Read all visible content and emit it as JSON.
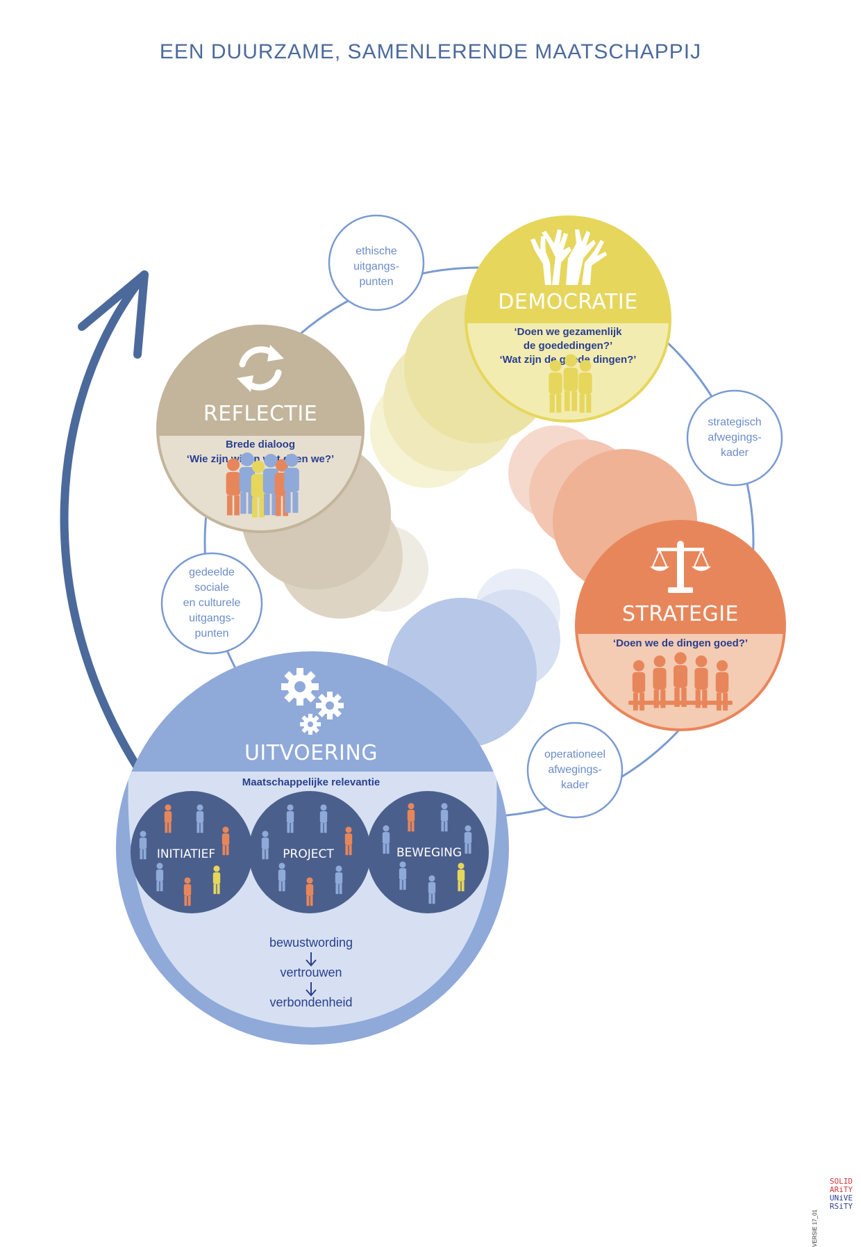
{
  "title": "EEN DUURZAME, SAMENLERENDE MAATSCHAPPIJ",
  "colors": {
    "reflectie": "#c2b59b",
    "democratie": "#e6d65c",
    "strategie": "#e8865b",
    "uitvoering": "#8fa9d9",
    "ring": "#7a9ad1",
    "arrow": "#4b6a9b"
  },
  "reflectie": {
    "heading": "REFLECTIE",
    "line1": "Brede dialoog",
    "line2": "‘Wie zijn wij en wat doen we?’",
    "icon": "refresh-icon"
  },
  "democratie": {
    "heading": "DEMOCRATIE",
    "line1": "‘Doen we gezamenlijk",
    "line2": "de goededingen?’",
    "line3": "‘Wat zijn de goede dingen?’",
    "icon": "raised-hands-icon"
  },
  "strategie": {
    "heading": "STRATEGIE",
    "line1": "‘Doen we de dingen goed?’",
    "icon": "scales-icon"
  },
  "uitvoering": {
    "heading": "UITVOERING",
    "subtitle": "Maatschappelijke relevantie",
    "icon": "gears-icon",
    "groups": [
      "INITIATIEF",
      "PROJECT",
      "BEWEGING"
    ],
    "chain": [
      "bewustwording",
      "vertrouwen",
      "verbondenheid"
    ]
  },
  "nodes": {
    "ethisch": [
      "ethische",
      "uitgangs-",
      "punten"
    ],
    "strategisch": [
      "strategisch",
      "afwegings-",
      "kader"
    ],
    "operationeel": [
      "operationeel",
      "afwegings-",
      "kader"
    ],
    "gedeelde": [
      "gedeelde",
      "sociale",
      "en culturele",
      "uitgangs-",
      "punten"
    ]
  },
  "logo": [
    "SOLID",
    "ARiTY",
    "UNiVE",
    "RSiTY"
  ],
  "version": "VERSIE 17_01"
}
